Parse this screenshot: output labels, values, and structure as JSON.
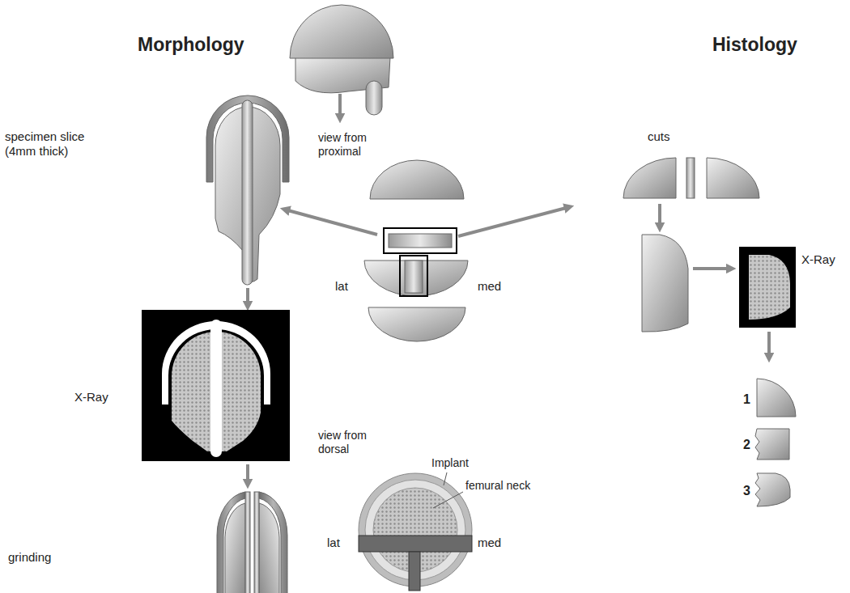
{
  "diagram": {
    "labels": [
      "Morphology",
      "Histology",
      "view from proximal",
      "cuts",
      "specimen slice (4mm thick)",
      "lat",
      "med",
      "X-Ray",
      "X-Ray",
      "1",
      "view from dorsal",
      "2",
      "Implant",
      "femural neck",
      "3",
      "lat",
      "med",
      "grinding"
    ]
  }
}
